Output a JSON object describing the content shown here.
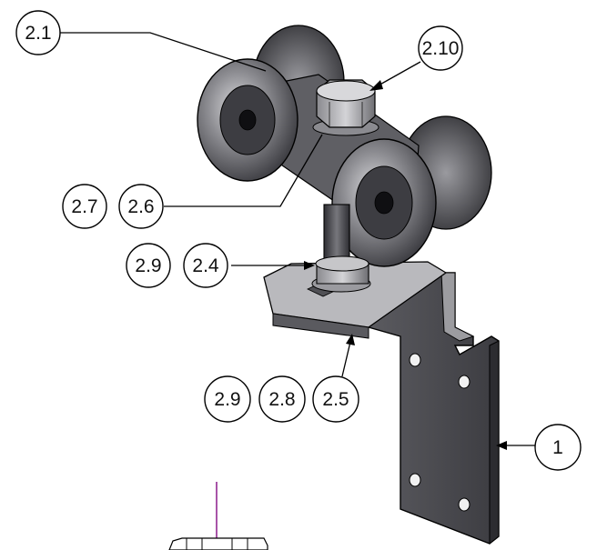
{
  "callouts": [
    {
      "id": "c-2-1",
      "labels": [
        "2.1"
      ]
    },
    {
      "id": "c-2-10",
      "labels": [
        "2.10"
      ]
    },
    {
      "id": "c-2-7-2-6",
      "labels": [
        "2.7",
        "2.6"
      ]
    },
    {
      "id": "c-2-9-2-4",
      "labels": [
        "2.9",
        "2.4"
      ]
    },
    {
      "id": "c-2-9-2-8-2-5",
      "labels": [
        "2.9",
        "2.8",
        "2.5"
      ]
    },
    {
      "id": "c-1",
      "labels": [
        "1"
      ]
    }
  ],
  "colors": {
    "line": "#000000",
    "metal_dark": "#3f3f44",
    "metal_mid": "#6b6b70",
    "metal_light": "#b8b8bc",
    "accent_axis": "#8a1b8a"
  }
}
